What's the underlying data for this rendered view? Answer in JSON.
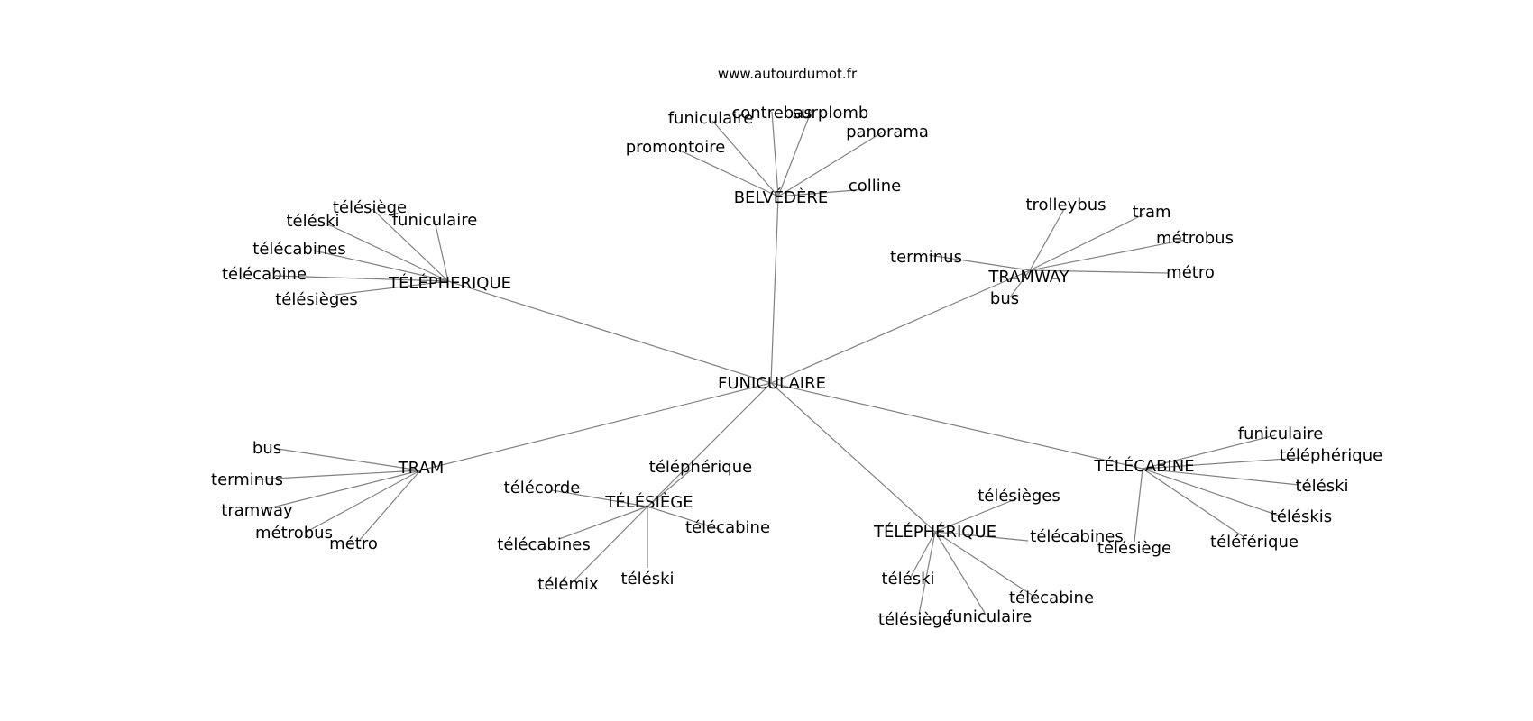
{
  "source": "www.autourdumot.fr",
  "center": "FUNICULAIRE",
  "groups": [
    {
      "hub": "BELVÉDÈRE",
      "words": [
        "funiculaire",
        "contrebas",
        "surplomb",
        "panorama",
        "promontoire",
        "colline"
      ]
    },
    {
      "hub": "TÉLÉPHERIQUE",
      "words": [
        "télésiège",
        "téléski",
        "funiculaire",
        "télécabines",
        "télécabine",
        "télésièges"
      ]
    },
    {
      "hub": "TRAMWAY",
      "words": [
        "trolleybus",
        "tram",
        "métrobus",
        "terminus",
        "métro",
        "bus"
      ]
    },
    {
      "hub": "TRAM",
      "words": [
        "bus",
        "terminus",
        "tramway",
        "métrobus",
        "métro"
      ]
    },
    {
      "hub": "TÉLÉSIÈGE",
      "words": [
        "téléphérique",
        "télécorde",
        "télécabine",
        "télécabines",
        "télémix",
        "téléski"
      ]
    },
    {
      "hub": "TÉLÉPHÉRIQUE",
      "words": [
        "télésièges",
        "télécabines",
        "téléski",
        "télécabine",
        "télésiège",
        "funiculaire"
      ]
    },
    {
      "hub": "TÉLÉCABINE",
      "words": [
        "funiculaire",
        "téléphérique",
        "téléski",
        "téléskis",
        "télésiège",
        "téléférique"
      ]
    }
  ]
}
